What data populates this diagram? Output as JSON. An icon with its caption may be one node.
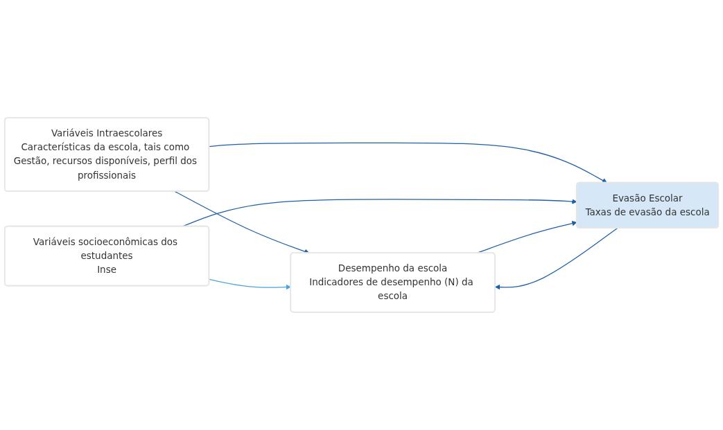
{
  "diagram": {
    "nodes": [
      {
        "text": [
          "Variáveis Intraescolares",
          "Características da escola, tais como Gestão, recursos disponíveis, perfil dos profissionais"
        ]
      },
      {
        "text": [
          "Desempenho da escola",
          "Indicadores de desempenho (N) da escola"
        ]
      },
      {
        "text": [
          "Variáveis socioeconômicas dos estudantes",
          "Inse"
        ]
      },
      {
        "text": [
          "Evasão Escolar",
          "Taxas de evasão da escola"
        ]
      }
    ],
    "edges": [
      {
        "from": 0,
        "to": 1,
        "arrow": "to"
      },
      {
        "from": 0,
        "to": 3,
        "arrow": "to"
      },
      {
        "from": 2,
        "to": 1,
        "arrow": "to",
        "color": "#4aa3e0"
      },
      {
        "from": 2,
        "to": 3,
        "arrow": "to"
      },
      {
        "from": 3,
        "to": 1,
        "arrow": "to"
      },
      {
        "from": 1,
        "to": 3,
        "arrow": "to"
      }
    ]
  }
}
